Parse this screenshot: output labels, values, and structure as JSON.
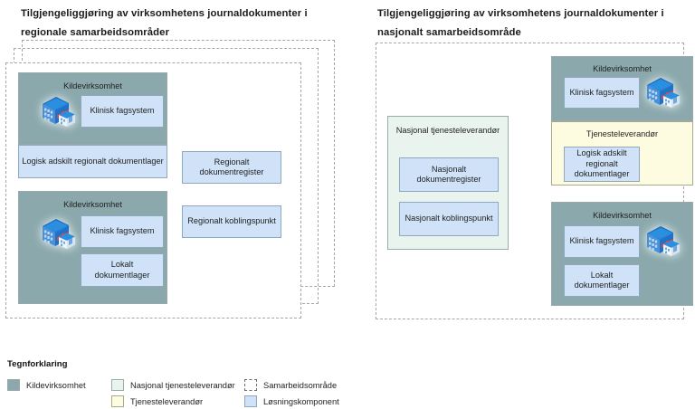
{
  "left_panel": {
    "title_line1": "Tilgjengeliggjøring av virksomhetens journaldokumenter i",
    "title_line2": "regionale samarbeidsområder",
    "org1": {
      "header": "Kildevirksomhet",
      "icon": "hospital-icon",
      "clinical_system": "Klinisk fagsystem",
      "doc_store": "Logisk adskilt regionalt dokumentlager"
    },
    "org2": {
      "header": "Kildevirksomhet",
      "icon": "hospital-icon",
      "clinical_system": "Klinisk fagsystem",
      "doc_store": "Lokalt dokumentlager"
    },
    "regional_register": "Regionalt dokumentregister",
    "regional_connector": "Regionalt koblingspunkt"
  },
  "right_panel": {
    "title_line1": "Tilgjengeliggjøring av virksomhetens journaldokumenter i",
    "title_line2": "nasjonalt samarbeidsområde",
    "national_provider": {
      "header": "Nasjonal tjenesteleverandør",
      "register": "Nasjonalt dokumentregister",
      "connector": "Nasjonalt koblingspunkt"
    },
    "org1": {
      "header": "Kildevirksomhet",
      "icon": "hospital-icon",
      "clinical_system": "Klinisk fagsystem"
    },
    "provider": {
      "header": "Tjenesteleverandør",
      "doc_store": "Logisk adskilt regionalt dokumentlager"
    },
    "org2": {
      "header": "Kildevirksomhet",
      "icon": "hospital-icon",
      "clinical_system": "Klinisk fagsystem",
      "doc_store": "Lokalt dokumentlager"
    }
  },
  "legend": {
    "title": "Tegnforklaring",
    "items": [
      {
        "label": "Kildevirksomhet",
        "swatch": "kilde",
        "color": "#8ba9ad"
      },
      {
        "label": "Nasjonal tjenesteleverandør",
        "swatch": "nasjonal",
        "color": "#eaf4ee"
      },
      {
        "label": "Tjenesteleverandør",
        "swatch": "tjeneste",
        "color": "#fdfce0"
      },
      {
        "label": "Samarbeidsområde",
        "swatch": "samarb",
        "color": "#ffffff"
      },
      {
        "label": "Løsningskomponent",
        "swatch": "komp",
        "color": "#cfe2f7"
      }
    ]
  }
}
